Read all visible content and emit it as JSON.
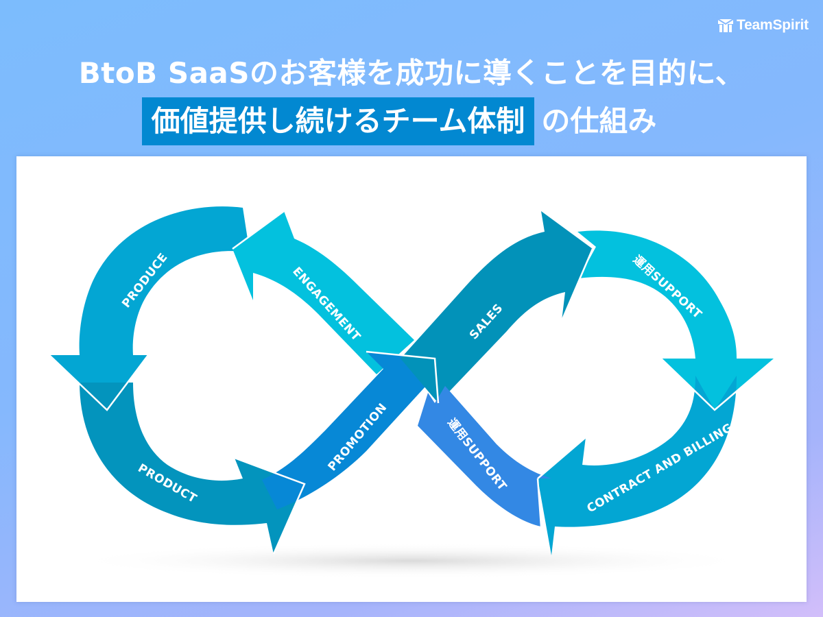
{
  "brand": {
    "logo_icon": "teamspirit-logo-icon",
    "name": "TeamSpirit"
  },
  "header": {
    "line1": "BtoB SaaSのお客様を成功に導くことを目的に、",
    "highlight": "価値提供し続けるチーム体制",
    "suffix": "の仕組み",
    "highlight_color": "#0288d1"
  },
  "diagram": {
    "shape": "infinity-loop",
    "flow_direction": "clockwise on right loop, counter-clockwise on left loop",
    "stages": [
      {
        "id": "produce",
        "label": "PRODUCE",
        "color": "#03a6d3"
      },
      {
        "id": "engagement",
        "label": "ENGAGEMENT",
        "color": "#03c1de"
      },
      {
        "id": "sales",
        "label": "SALES",
        "color": "#0292b9"
      },
      {
        "id": "support-top",
        "label": "運用SUPPORT",
        "color": "#03c1de"
      },
      {
        "id": "contract-billing",
        "label": "CONTRACT AND BILLING",
        "color": "#03a6d3"
      },
      {
        "id": "support-bottom",
        "label": "運用SUPPORT",
        "color": "#3388e4"
      },
      {
        "id": "promotion",
        "label": "PROMOTION",
        "color": "#0788d6"
      },
      {
        "id": "product",
        "label": "PRODUCT",
        "color": "#0394bd"
      }
    ]
  }
}
